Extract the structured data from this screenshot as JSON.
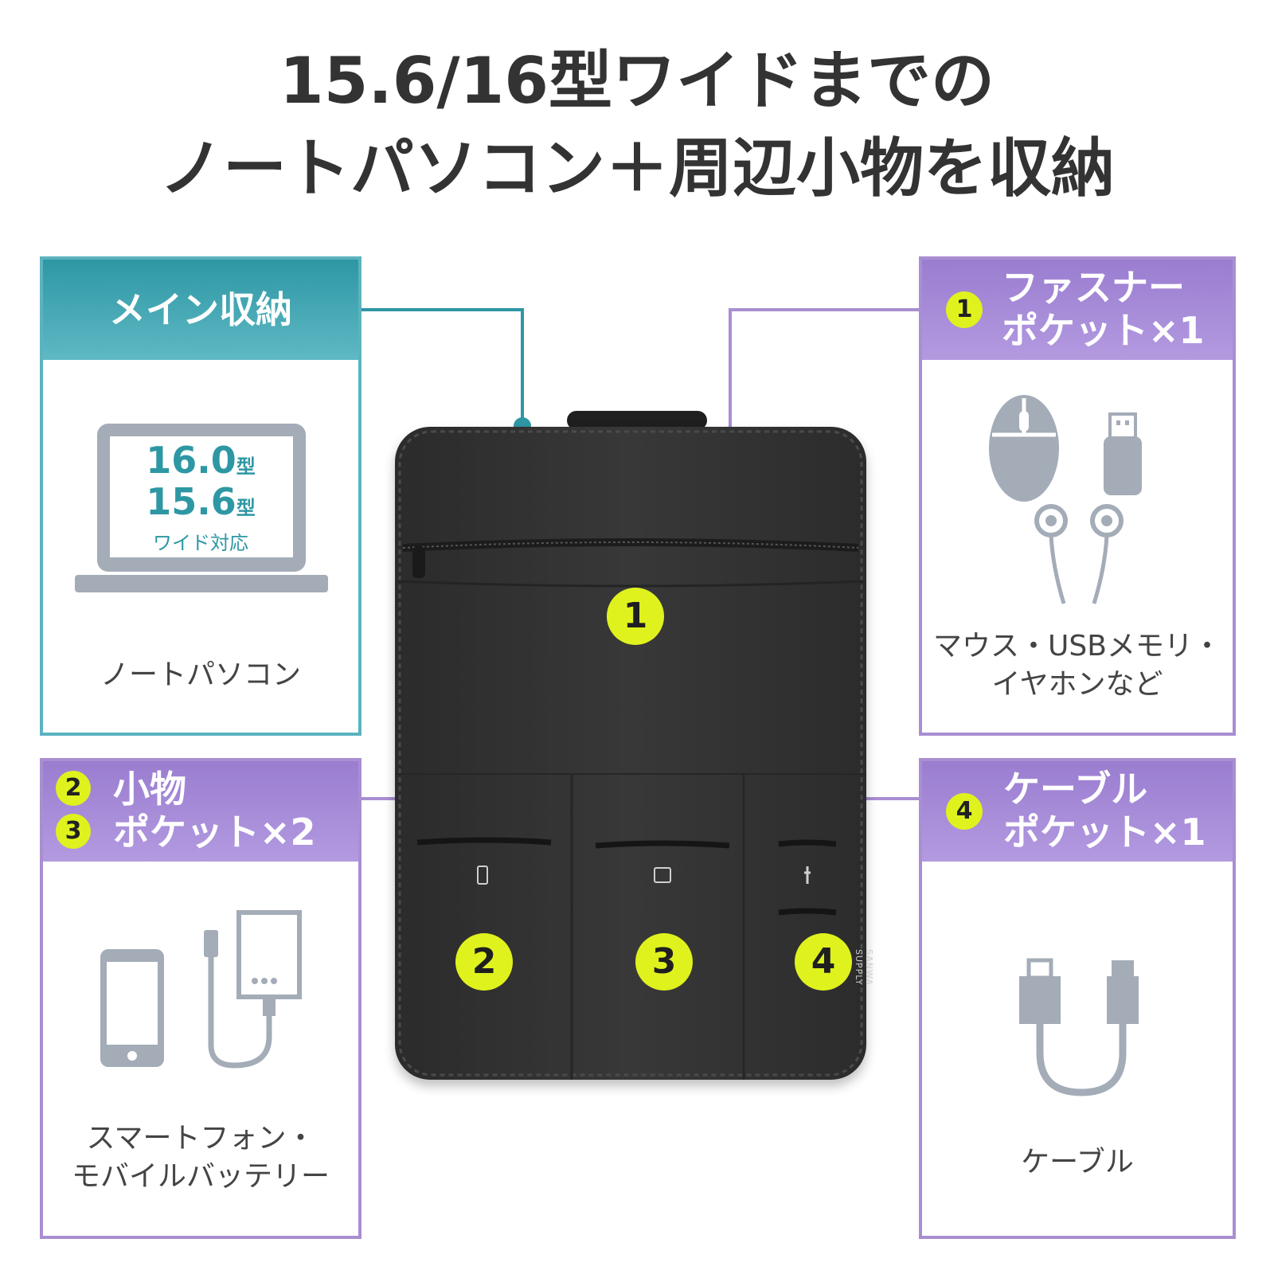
{
  "title_line1": "15.6/16型ワイドまでの",
  "title_line2": "ノートパソコン＋周辺小物を収納",
  "main_panel": {
    "header": "メイン収納",
    "screen_size_1": "16.0",
    "screen_unit_1": "型",
    "screen_size_2": "15.6",
    "screen_unit_2": "型",
    "screen_note": "ワイド対応",
    "caption": "ノートパソコン"
  },
  "fastener_panel": {
    "badge": "1",
    "header_line1": "ファスナー",
    "header_line2": "ポケット×1",
    "caption_line1": "マウス・USBメモリ・",
    "caption_line2": "イヤホンなど"
  },
  "small_panel": {
    "badge_a": "2",
    "badge_b": "3",
    "header_line1": "小物",
    "header_line2": "ポケット×2",
    "caption_line1": "スマートフォン・",
    "caption_line2": "モバイルバッテリー"
  },
  "cable_panel": {
    "badge": "4",
    "header_line1": "ケーブル",
    "header_line2": "ポケット×1",
    "caption": "ケーブル"
  },
  "bag": {
    "badge_1": "1",
    "badge_2": "2",
    "badge_3": "3",
    "badge_4": "4",
    "brand": "SANWA SUPPLY"
  },
  "colors": {
    "teal": "#2e97a4",
    "purple": "#a98ed1",
    "badge": "#dff21e",
    "icon_gray": "#a3acb7"
  }
}
